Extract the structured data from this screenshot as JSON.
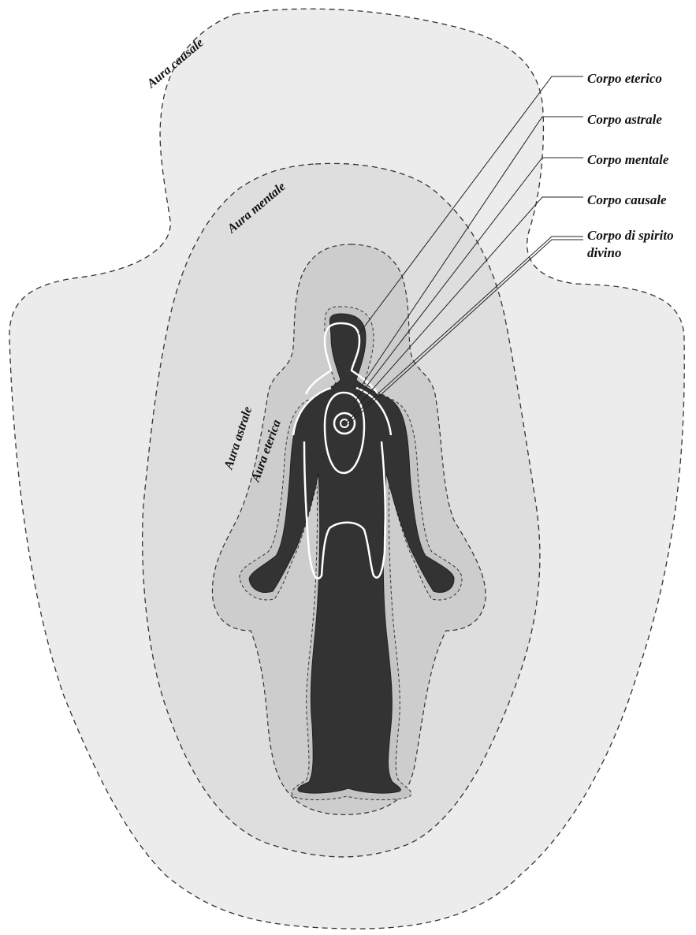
{
  "aura_labels": {
    "causale": "Aura causale",
    "mentale": "Aura mentale",
    "astrale": "Aura astrale",
    "eterica": "Aura eterica"
  },
  "body_labels": {
    "eterico": "Corpo eterico",
    "astrale": "Corpo astrale",
    "mentale": "Corpo mentale",
    "causale": "Corpo causale",
    "spirito_line1": "Corpo di spirito",
    "spirito_line2": "divino"
  },
  "colors": {
    "aura_causale_fill": "#ececec",
    "aura_mentale_fill": "#dedede",
    "aura_astrale_fill": "#cdcdcd",
    "figure_fill": "#333333",
    "inner_lines": "#ffffff"
  }
}
